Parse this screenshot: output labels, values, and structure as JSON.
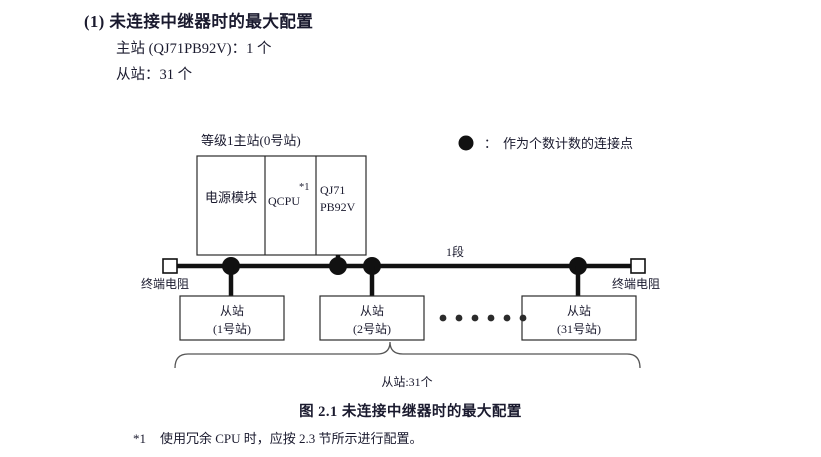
{
  "heading": {
    "title": "(1) 未连接中继器时的最大配置",
    "line1": "主站 (QJ71PB92V)：1 个",
    "line2": "从站：31 个"
  },
  "legend": {
    "symbol": "●",
    "separator": "：",
    "text": "作为个数计数的连接点"
  },
  "diagram": {
    "master_label": "等级1主站(0号站)",
    "segment_label": "1段",
    "modules": [
      {
        "name": "电源模块",
        "note": ""
      },
      {
        "name": "QCPU",
        "note": "*1"
      },
      {
        "name_line1": "QJ71",
        "name_line2": "PB92V",
        "note": ""
      }
    ],
    "terminator_left": "终端电阻",
    "terminator_right": "终端电阻",
    "slaves": [
      {
        "title": "从站",
        "number": "(1号站)"
      },
      {
        "title": "从站",
        "number": "(2号站)"
      },
      {
        "title": "从站",
        "number": "(31号站)"
      }
    ],
    "ellipsis_dots": 6,
    "brace_label": "从站:31个"
  },
  "caption": "图 2.1  未连接中继器时的最大配置",
  "footnote": {
    "mark": "*1",
    "text": "使用冗余 CPU 时，应按 2.3 节所示进行配置。"
  },
  "colors": {
    "text": "#1a1a2e",
    "line": "#111111",
    "box_stroke": "#2b2b2b",
    "brace": "#555555"
  }
}
